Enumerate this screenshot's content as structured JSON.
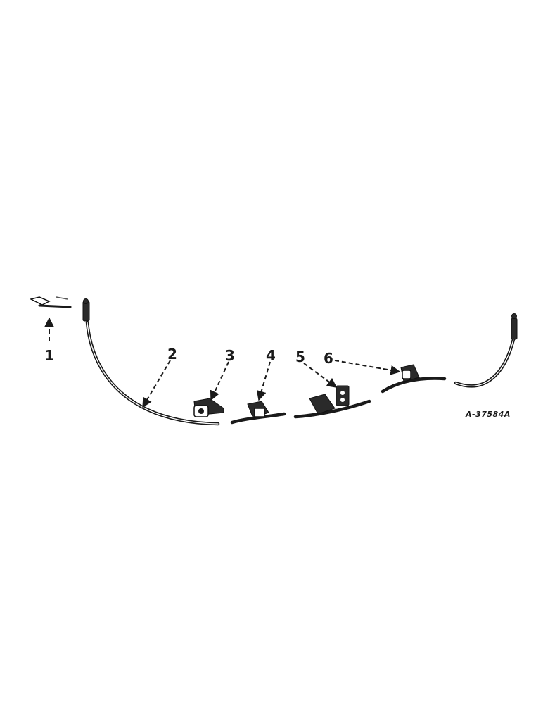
{
  "callouts": {
    "c1": "1",
    "c2": "2",
    "c3": "3",
    "c4": "4",
    "c5": "5",
    "c6": "6"
  },
  "figure_ref": "A-37584A",
  "colors": {
    "ink": "#1a1a1a",
    "paper": "#ffffff"
  }
}
